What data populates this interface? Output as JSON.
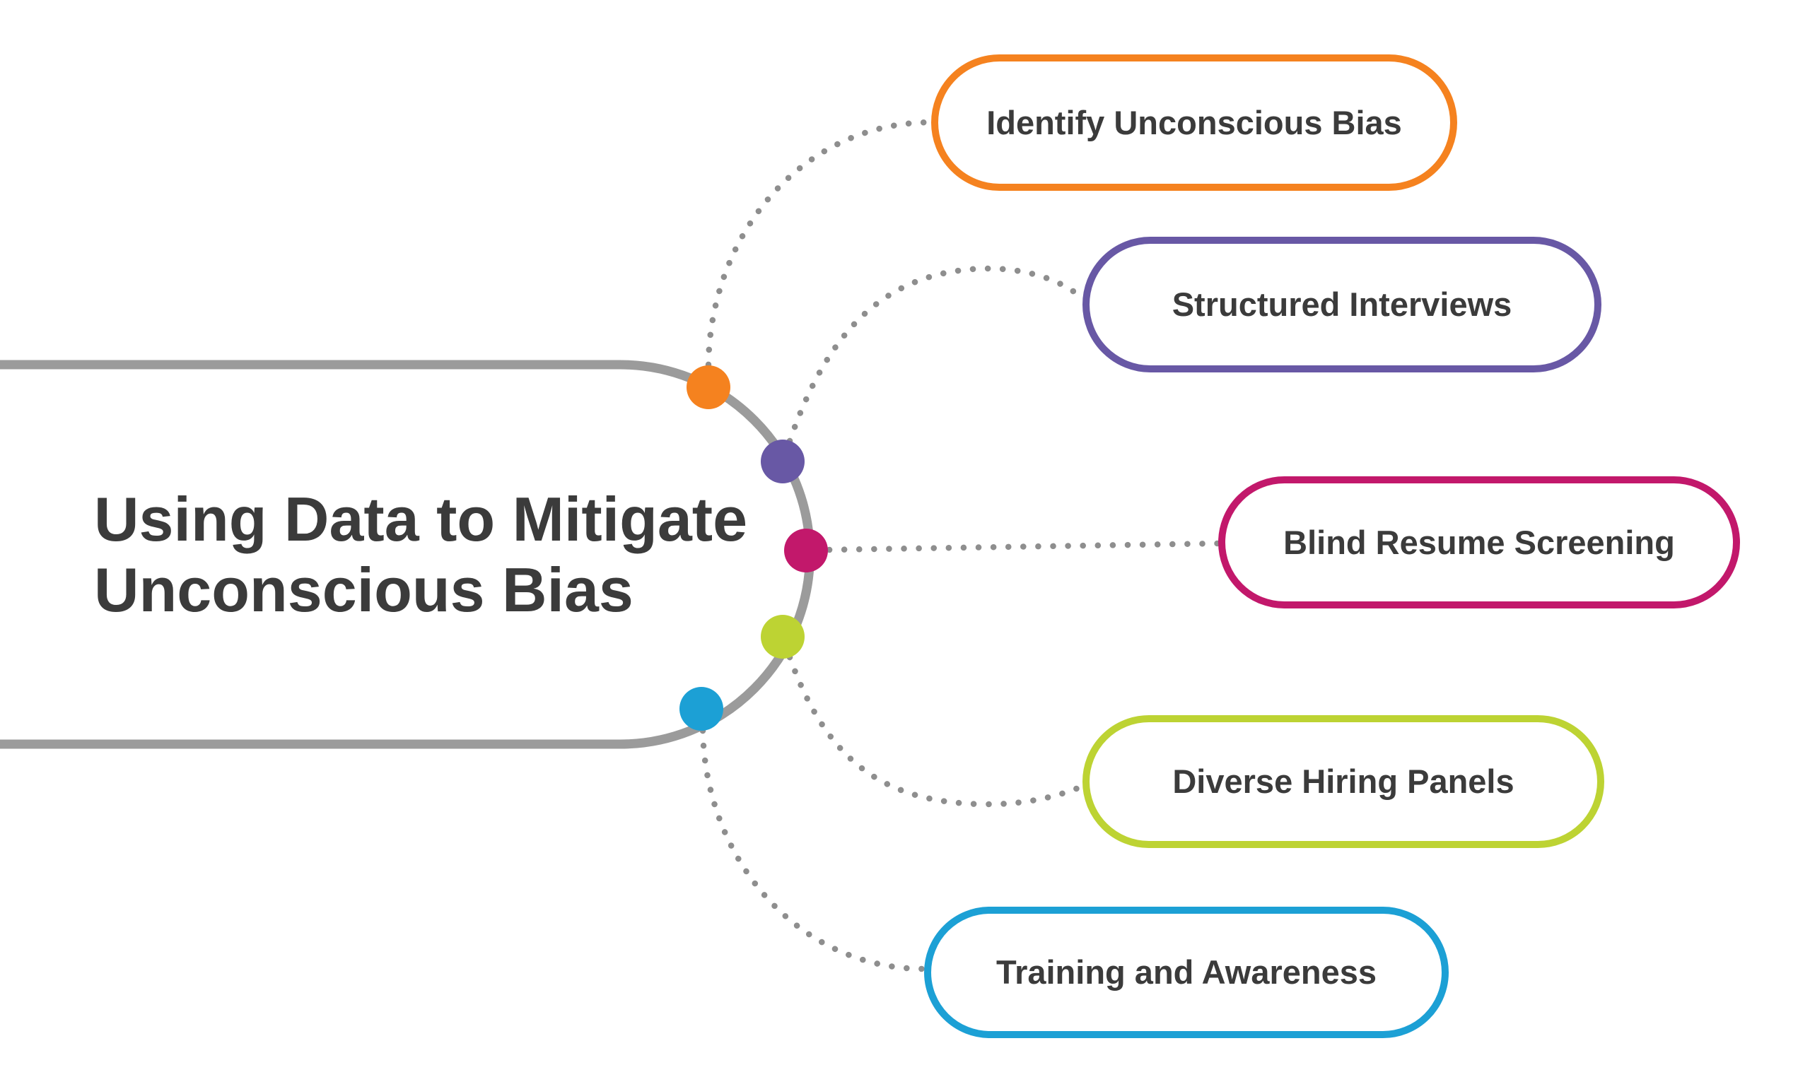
{
  "background": "#FFFFFF",
  "text_color": "#3B3B3B",
  "central": {
    "title_lines": [
      "Using Data to Mitigate",
      "Unconscious Bias"
    ],
    "border_color": "#9B9B9B",
    "fill": "#FFFFFF"
  },
  "connectors": {
    "color": "#8E8E8E"
  },
  "nodes": [
    {
      "label": "Identify Unconscious Bias",
      "color": "#F5821F"
    },
    {
      "label": "Structured Interviews",
      "color": "#6858A5"
    },
    {
      "label": "Blind Resume Screening",
      "color": "#C2186B"
    },
    {
      "label": "Diverse Hiring Panels",
      "color": "#BDD333"
    },
    {
      "label": "Training and Awareness",
      "color": "#1CA0D5"
    }
  ]
}
